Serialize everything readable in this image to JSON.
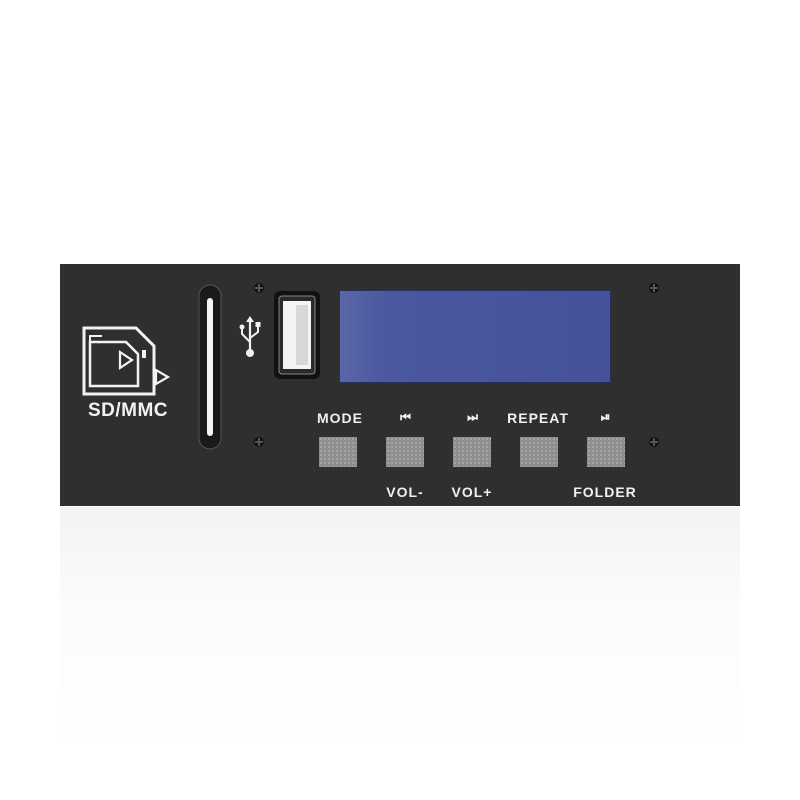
{
  "panel": {
    "background_color": "#2f2f2f",
    "lcd_color": "#45529b",
    "sd_card": {
      "label": "SD/MMC",
      "icon": "sd-card-icon"
    },
    "usb": {
      "icon": "usb-icon",
      "port_icon": "usb-port"
    },
    "buttons": [
      {
        "top_label": "MODE",
        "bottom_label": ""
      },
      {
        "top_label": "⏮",
        "bottom_label": "VOL-"
      },
      {
        "top_label": "⏭",
        "bottom_label": "VOL+"
      },
      {
        "top_label": "REPEAT",
        "bottom_label": ""
      },
      {
        "top_label": "⏯",
        "bottom_label": "FOLDER"
      }
    ]
  }
}
